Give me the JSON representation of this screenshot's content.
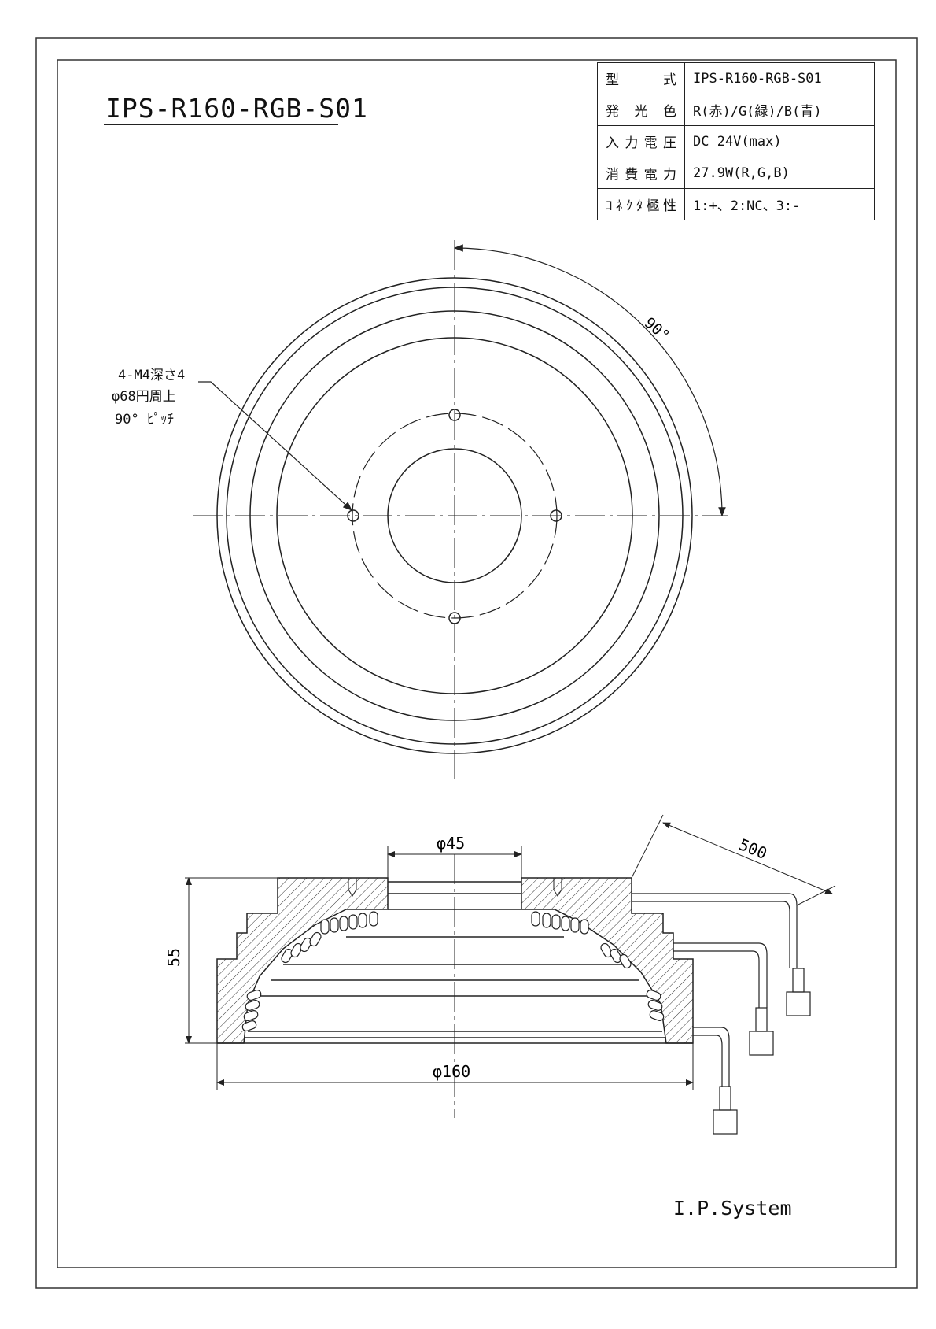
{
  "title": "IPS-R160-RGB-S01",
  "spec_table": [
    {
      "key": "型　　式",
      "value": "IPS-R160-RGB-S01"
    },
    {
      "key": "発 光 色",
      "value": "R(赤)/G(緑)/B(青)"
    },
    {
      "key": "入力電圧",
      "value": "DC 24V(max)"
    },
    {
      "key": "消費電力",
      "value": "27.9W(R,G,B)"
    },
    {
      "key": "ｺﾈｸﾀ極性",
      "value": "1:+、2:NC、3:-"
    }
  ],
  "top_view": {
    "angle_label": "90°",
    "hole_note": [
      "4-M4深さ4",
      "φ68円周上",
      "90° ﾋﾟｯﾁ"
    ]
  },
  "side_view": {
    "inner_diameter": "φ45",
    "outer_diameter": "φ160",
    "height": "55",
    "cable_length": "500"
  },
  "footer": "I.P.System"
}
